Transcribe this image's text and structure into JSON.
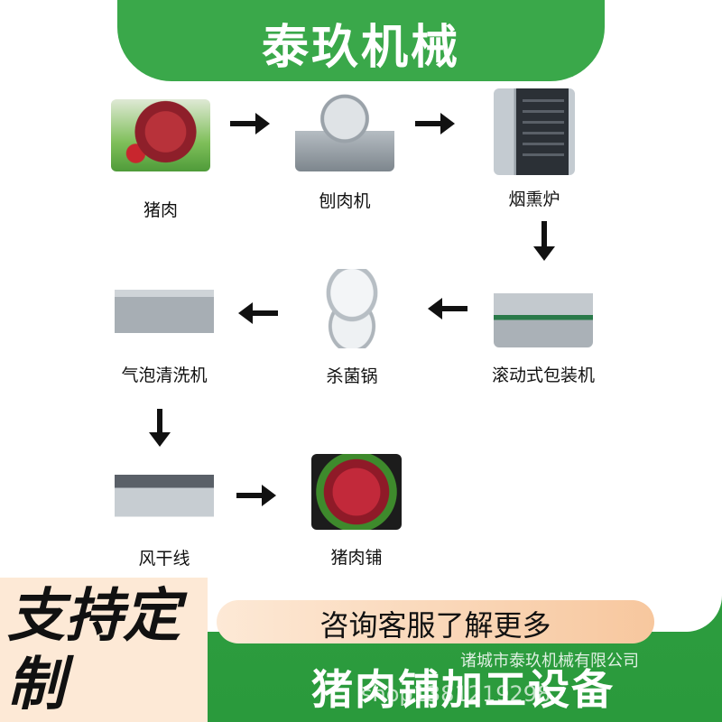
{
  "brand": {
    "title": "泰玖机械"
  },
  "steps": [
    {
      "label": "猪肉"
    },
    {
      "label": "刨肉机"
    },
    {
      "label": "烟熏炉"
    },
    {
      "label": "滚动式包装机"
    },
    {
      "label": "杀菌锅"
    },
    {
      "label": "气泡清洗机"
    },
    {
      "label": "风干线"
    },
    {
      "label": "猪肉铺"
    }
  ],
  "banner": {
    "support": "支持定制",
    "consult": "咨询客服了解更多",
    "company": "诸城市泰玖机械有限公司",
    "subtitle": "猪肉铺加工设备",
    "contact": "shop1381219298"
  }
}
